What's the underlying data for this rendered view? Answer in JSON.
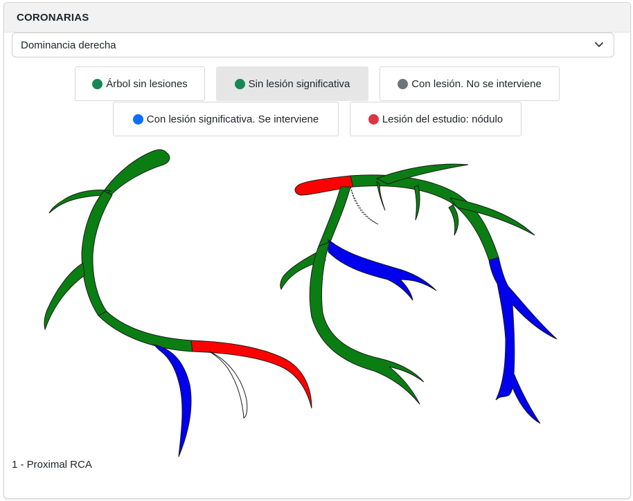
{
  "panel": {
    "title": "CORONARIAS"
  },
  "dominance_select": {
    "value": "Dominancia derecha"
  },
  "legend_buttons": [
    {
      "label": "Árbol sin lesiones",
      "color": "#198754",
      "active": false
    },
    {
      "label": "Sin lesión significativa",
      "color": "#198754",
      "active": true
    },
    {
      "label": "Con lesión. No se interviene",
      "color": "#6c757d",
      "active": false
    },
    {
      "label": "Con lesión significativa. Se interviene",
      "color": "#0d6efd",
      "active": false
    },
    {
      "label": "Lesión del estudio: nódulo",
      "color": "#dc3545",
      "active": false
    }
  ],
  "diagram_colors": {
    "healthy": "#0a7e12",
    "intervened": "#0000ee",
    "study_lesion": "#ff0000",
    "absent": "#ffffff"
  },
  "selected_segment": "1 - Proximal RCA"
}
